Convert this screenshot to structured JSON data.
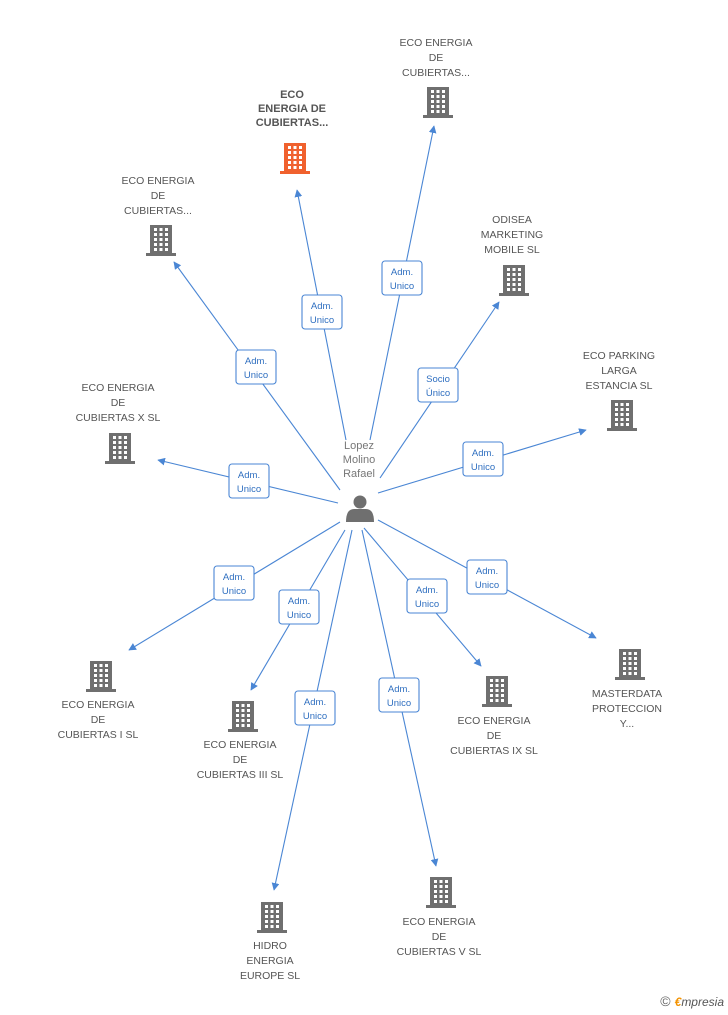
{
  "person": {
    "name_lines": [
      "Lopez",
      "Molino",
      "Rafael"
    ]
  },
  "colors": {
    "highlight": "#f0612e",
    "building": "#6f6f6f",
    "edge": "#4a86d4",
    "person": "#6f6f6f"
  },
  "companies": [
    {
      "id": "c_top_hl",
      "lines": [
        "ECO",
        "ENERGIA DE",
        "CUBIERTAS..."
      ],
      "highlight": true,
      "relation": [
        "Adm.",
        "Unico"
      ]
    },
    {
      "id": "c_top_right",
      "lines": [
        "ECO ENERGIA",
        "DE",
        "CUBIERTAS..."
      ],
      "highlight": false,
      "relation": [
        "Adm.",
        "Unico"
      ]
    },
    {
      "id": "c_top_left",
      "lines": [
        "ECO ENERGIA",
        "DE",
        "CUBIERTAS..."
      ],
      "highlight": false,
      "relation": [
        "Adm.",
        "Unico"
      ]
    },
    {
      "id": "c_odisea",
      "lines": [
        "ODISEA",
        "MARKETING",
        "MOBILE  SL"
      ],
      "highlight": false,
      "relation": [
        "Socio",
        "Único"
      ]
    },
    {
      "id": "c_parking",
      "lines": [
        "ECO PARKING",
        "LARGA",
        "ESTANCIA SL"
      ],
      "highlight": false,
      "relation": [
        "Adm.",
        "Unico"
      ]
    },
    {
      "id": "c_x",
      "lines": [
        "ECO ENERGIA",
        "DE",
        "CUBIERTAS X SL"
      ],
      "highlight": false,
      "relation": [
        "Adm.",
        "Unico"
      ]
    },
    {
      "id": "c_i",
      "lines": [
        "ECO ENERGIA",
        "DE",
        "CUBIERTAS I SL"
      ],
      "highlight": false,
      "relation": [
        "Adm.",
        "Unico"
      ]
    },
    {
      "id": "c_iii",
      "lines": [
        "ECO ENERGIA",
        "DE",
        "CUBIERTAS III SL"
      ],
      "highlight": false,
      "relation": [
        "Adm.",
        "Unico"
      ]
    },
    {
      "id": "c_ix",
      "lines": [
        "ECO ENERGIA",
        "DE",
        "CUBIERTAS IX SL"
      ],
      "highlight": false,
      "relation": [
        "Adm.",
        "Unico"
      ]
    },
    {
      "id": "c_master",
      "lines": [
        "MASTERDATA",
        "PROTECCION",
        "Y..."
      ],
      "highlight": false,
      "relation": [
        "Adm.",
        "Unico"
      ]
    },
    {
      "id": "c_hidro",
      "lines": [
        "HIDRO",
        "ENERGIA",
        "EUROPE  SL"
      ],
      "highlight": false,
      "relation": [
        "Adm.",
        "Unico"
      ]
    },
    {
      "id": "c_v",
      "lines": [
        "ECO ENERGIA",
        "DE",
        "CUBIERTAS V SL"
      ],
      "highlight": false,
      "relation": [
        "Adm.",
        "Unico"
      ]
    }
  ],
  "footer": {
    "copyright": "©",
    "brand_initial": "€",
    "brand_rest": "mpresia"
  }
}
